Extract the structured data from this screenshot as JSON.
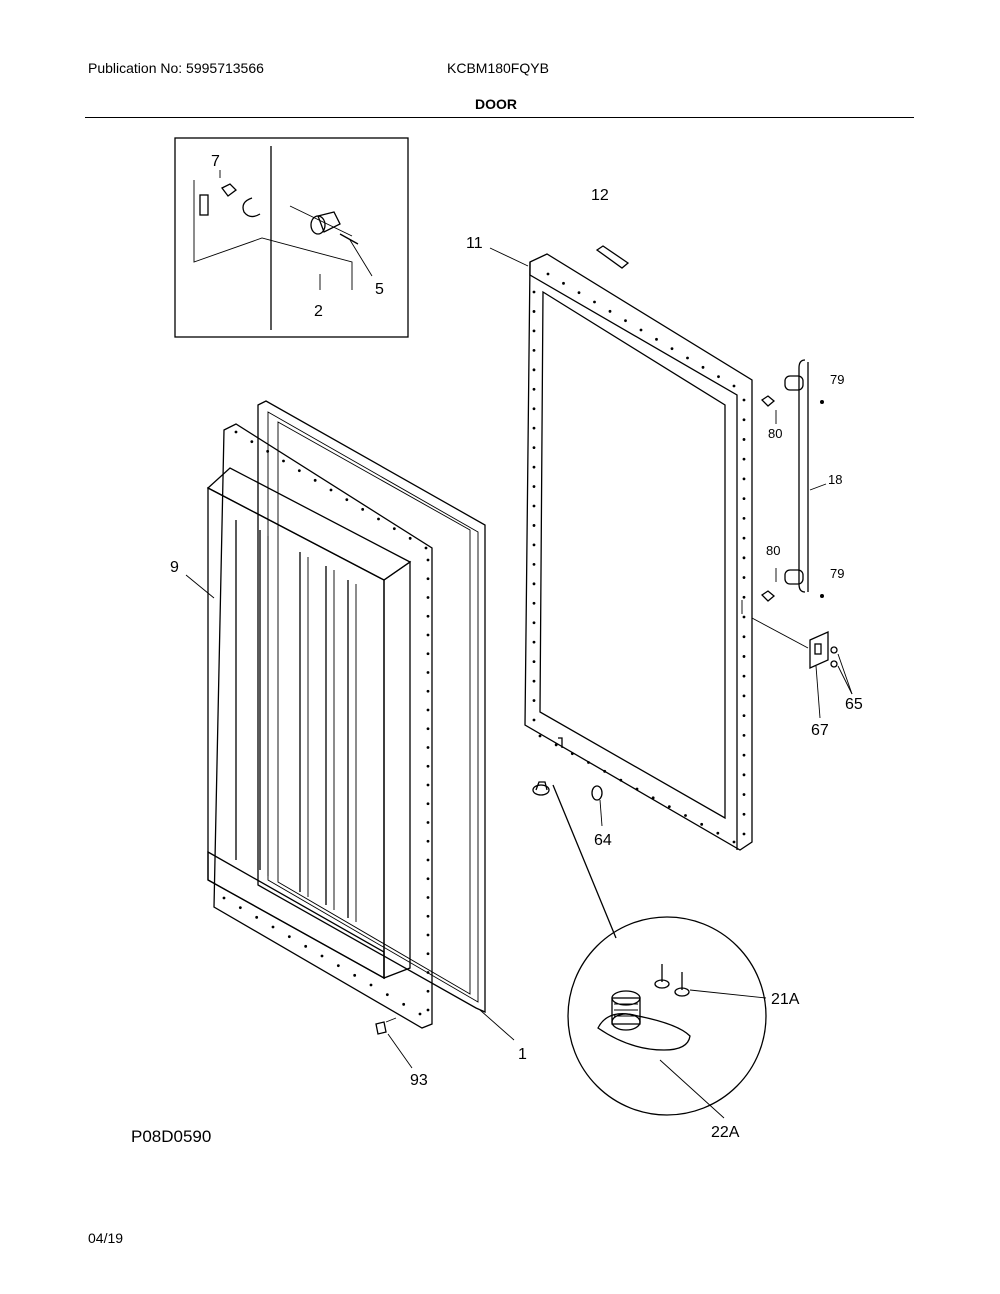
{
  "header": {
    "publication": "Publication No: 5995713566",
    "model": "KCBM180FQYB",
    "section_title": "DOOR"
  },
  "footer": {
    "drawing_code": "P08D0590",
    "date": "04/19"
  },
  "callouts": {
    "c7": "7",
    "c5": "5",
    "c2": "2",
    "c12": "12",
    "c11": "11",
    "c79a": "79",
    "c80a": "80",
    "c18": "18",
    "c80b": "80",
    "c79b": "79",
    "c65": "65",
    "c67": "67",
    "c9": "9",
    "c64": "64",
    "c21a": "21A",
    "c1": "1",
    "c93": "93",
    "c22a": "22A"
  }
}
